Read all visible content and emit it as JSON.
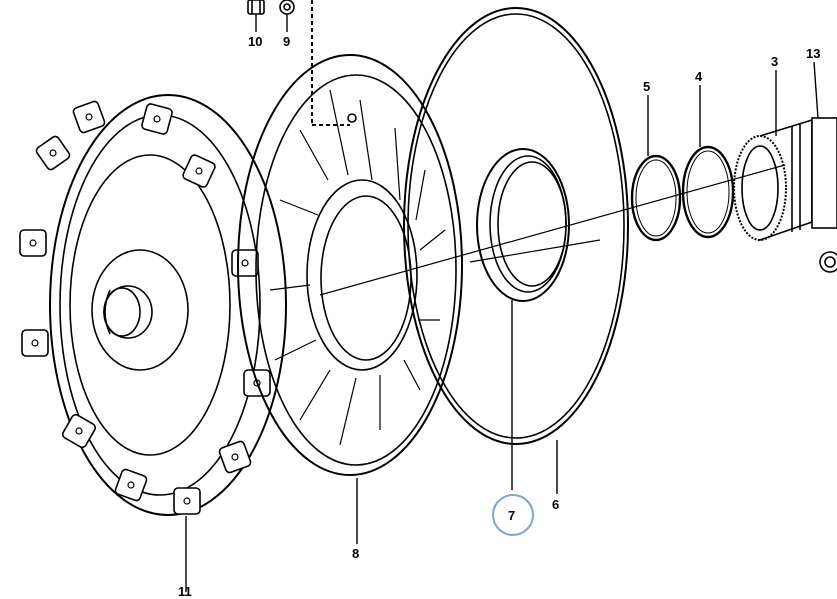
{
  "diagram": {
    "highlight_color": "#7aa6d6",
    "line_color": "#000000",
    "parts": [
      {
        "id": "p10",
        "label": "10",
        "name": "bolt"
      },
      {
        "id": "p9",
        "label": "9",
        "name": "washer"
      },
      {
        "id": "p5",
        "label": "5",
        "name": "snap-ring"
      },
      {
        "id": "p4",
        "label": "4",
        "name": "o-ring"
      },
      {
        "id": "p3",
        "label": "3",
        "name": "splined-hub"
      },
      {
        "id": "p13",
        "label": "13",
        "name": "shaft-assembly"
      },
      {
        "id": "p7",
        "label": "7",
        "name": "seal-ring",
        "highlighted": true
      },
      {
        "id": "p6",
        "label": "6",
        "name": "gasket-disc"
      },
      {
        "id": "p8",
        "label": "8",
        "name": "pump-housing"
      },
      {
        "id": "p11",
        "label": "11",
        "name": "torque-converter"
      }
    ]
  }
}
